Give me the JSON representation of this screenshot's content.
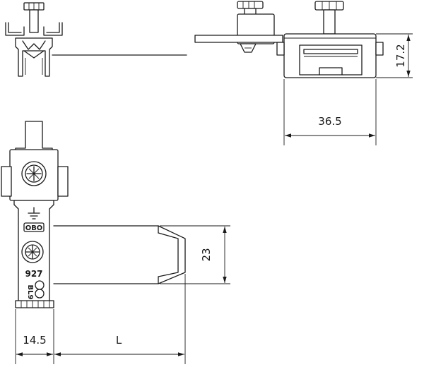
{
  "dimensions": {
    "height_side": "17.2",
    "width_side": "36.5",
    "height_front": "23",
    "width_front": "14.5",
    "length": "L"
  },
  "markings": {
    "part_number": "927",
    "brand": "OBO",
    "code_line1": "BL9"
  }
}
